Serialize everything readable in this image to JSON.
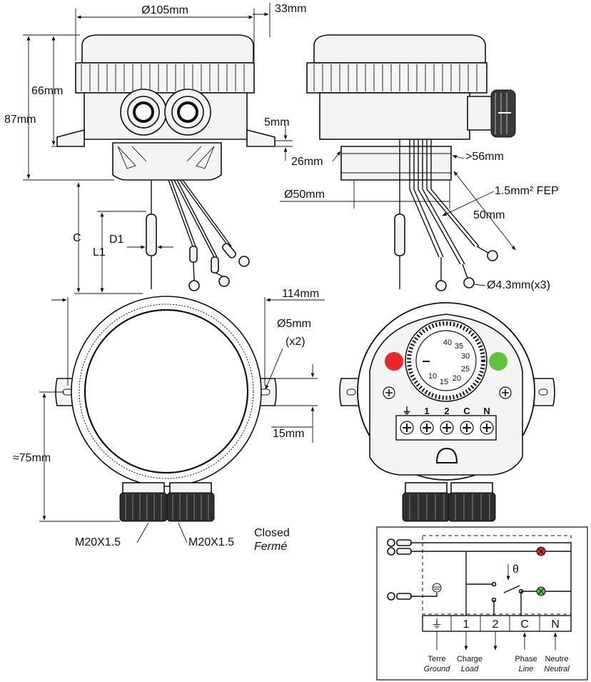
{
  "dimensions": {
    "diameter_105": "Ø105mm",
    "d33": "33mm",
    "d66": "66mm",
    "d87": "87mm",
    "d5": "5mm",
    "d26": "26mm",
    "gt56": ">56mm",
    "dia50": "Ø50mm",
    "wire_fep": "1.5mm² FEP",
    "d50": "50mm",
    "ring_dia": "Ø4.3mm(x3)",
    "label_c": "C",
    "label_d1": "D1",
    "label_l1": "L1",
    "d114": "114mm",
    "hole_dia": "Ø5mm",
    "hole_count": "(x2)",
    "d15": "15mm",
    "approx75": "≈75mm",
    "gland_left": "M20X1.5",
    "gland_right": "M20X1.5",
    "closed_en": "Closed",
    "closed_fr": "Fermé"
  },
  "dial": {
    "numbers": [
      "40",
      "35",
      "30",
      "25",
      "20",
      "15",
      "10"
    ]
  },
  "terminal_block": {
    "labels": [
      "⏚",
      "1",
      "2",
      "C",
      "N"
    ]
  },
  "wiring": {
    "theta": "θ",
    "terminals": [
      "⏚",
      "1",
      "2",
      "C",
      "N"
    ],
    "legend": [
      {
        "fr": "Terre",
        "en": "Ground"
      },
      {
        "fr": "Charge",
        "en": "Load"
      },
      {
        "fr": "Phase",
        "en": "Line"
      },
      {
        "fr": "Neutre",
        "en": "Neutral"
      }
    ]
  },
  "colors": {
    "indicator_red": "#e8262b",
    "indicator_green": "#5ec43a",
    "lamp_red": "#d9262b",
    "lamp_green": "#4fbf3c"
  }
}
